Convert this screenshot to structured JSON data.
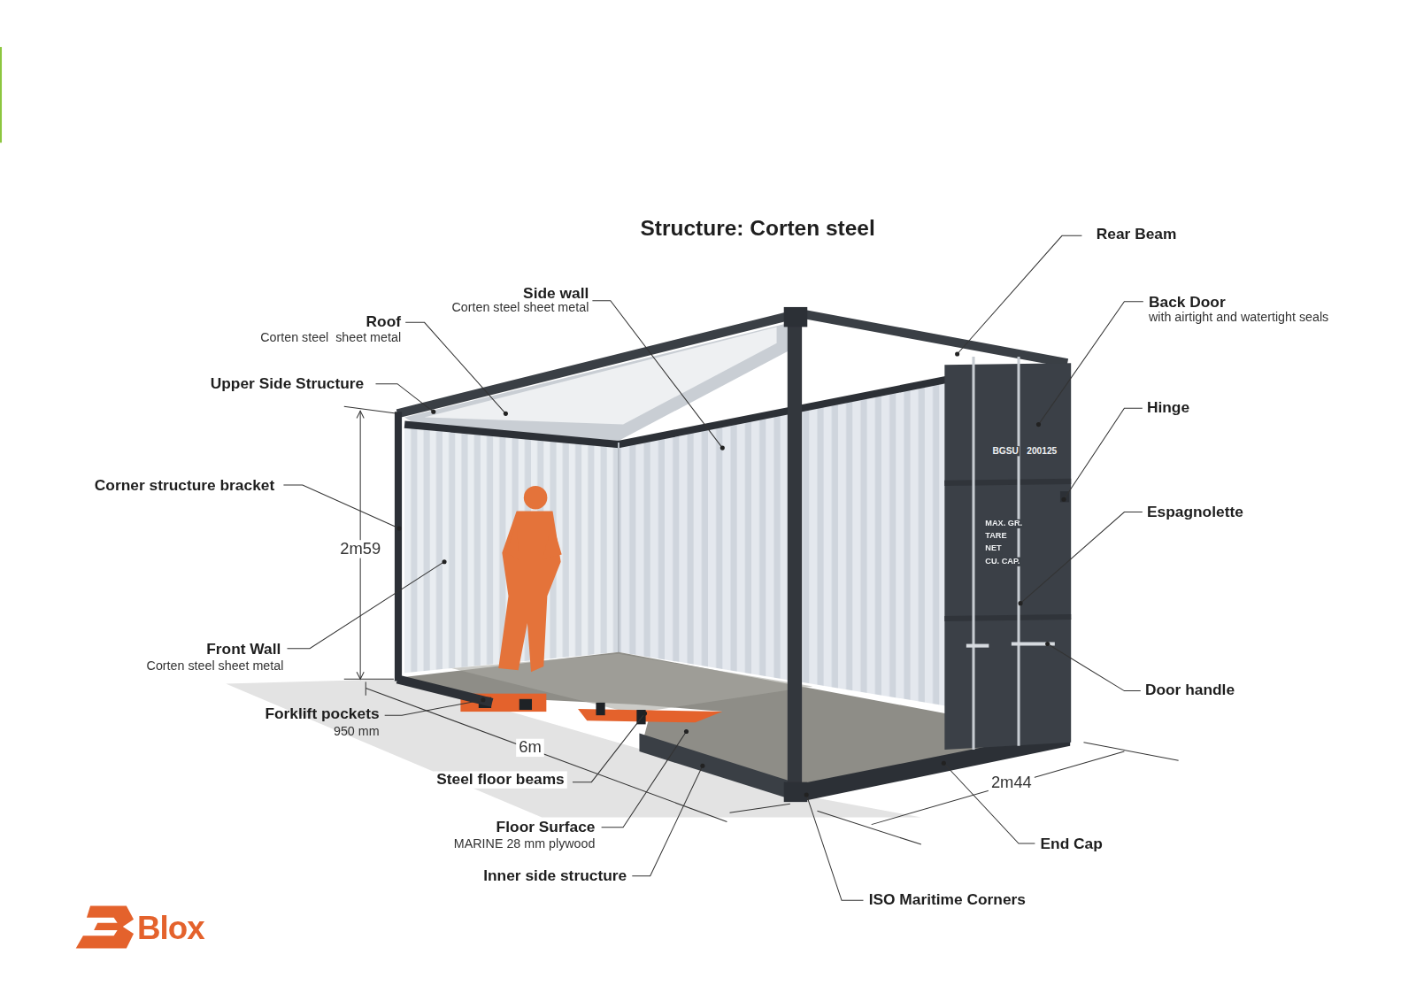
{
  "diagram": {
    "title": "Structure: Corten steel",
    "labels": [
      "Rear Beam",
      "Side wall",
      "Corten steel sheet metal",
      "Back Door",
      "with airtight and watertight seals",
      "Roof",
      "Corten steel  sheet metal",
      "Upper Side Structure",
      "Hinge",
      "BGSU",
      "200125",
      "Corner structure bracket",
      "Espagnolette",
      "MAX. GR.",
      "TARE",
      "NET",
      "CU. CAP.",
      "2m59",
      "Front Wall",
      "Corten steel sheet metal",
      "Door handle",
      "Forklift pockets",
      "950 mm",
      "6m",
      "Steel floor beams",
      "2m44",
      "Floor Surface",
      "MARINE 28 mm plywood",
      "End Cap",
      "Inner side structure",
      "ISO Maritime Corners",
      "Blox"
    ]
  }
}
